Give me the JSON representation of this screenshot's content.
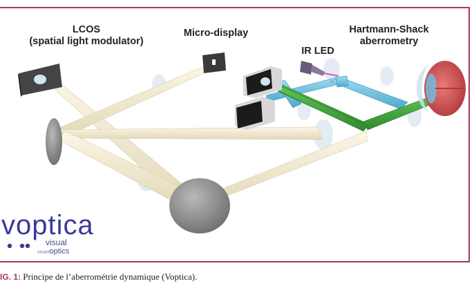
{
  "labels": {
    "lcos": "LCOS\n(spatial light modulator)",
    "micro_display": "Micro-display",
    "ir_led": "IR LED",
    "hartmann_shack": "Hartmann-Shack\naberrometry"
  },
  "logo": {
    "word": "voptica",
    "sub_top": "visual",
    "sub_small": "smart",
    "sub_bottom": "optics"
  },
  "caption": {
    "prefix": "IG. 1:",
    "text": " Principe de l’aberrométrie dynamique (Voptica)."
  },
  "colors": {
    "frame": "#a8384f",
    "beam_cream": "#f3ecd4",
    "beam_green": "#3fa63a",
    "beam_cyan": "#6cc6e6",
    "mirror": "#8c8c8c",
    "logo": "#3b3b9a"
  }
}
